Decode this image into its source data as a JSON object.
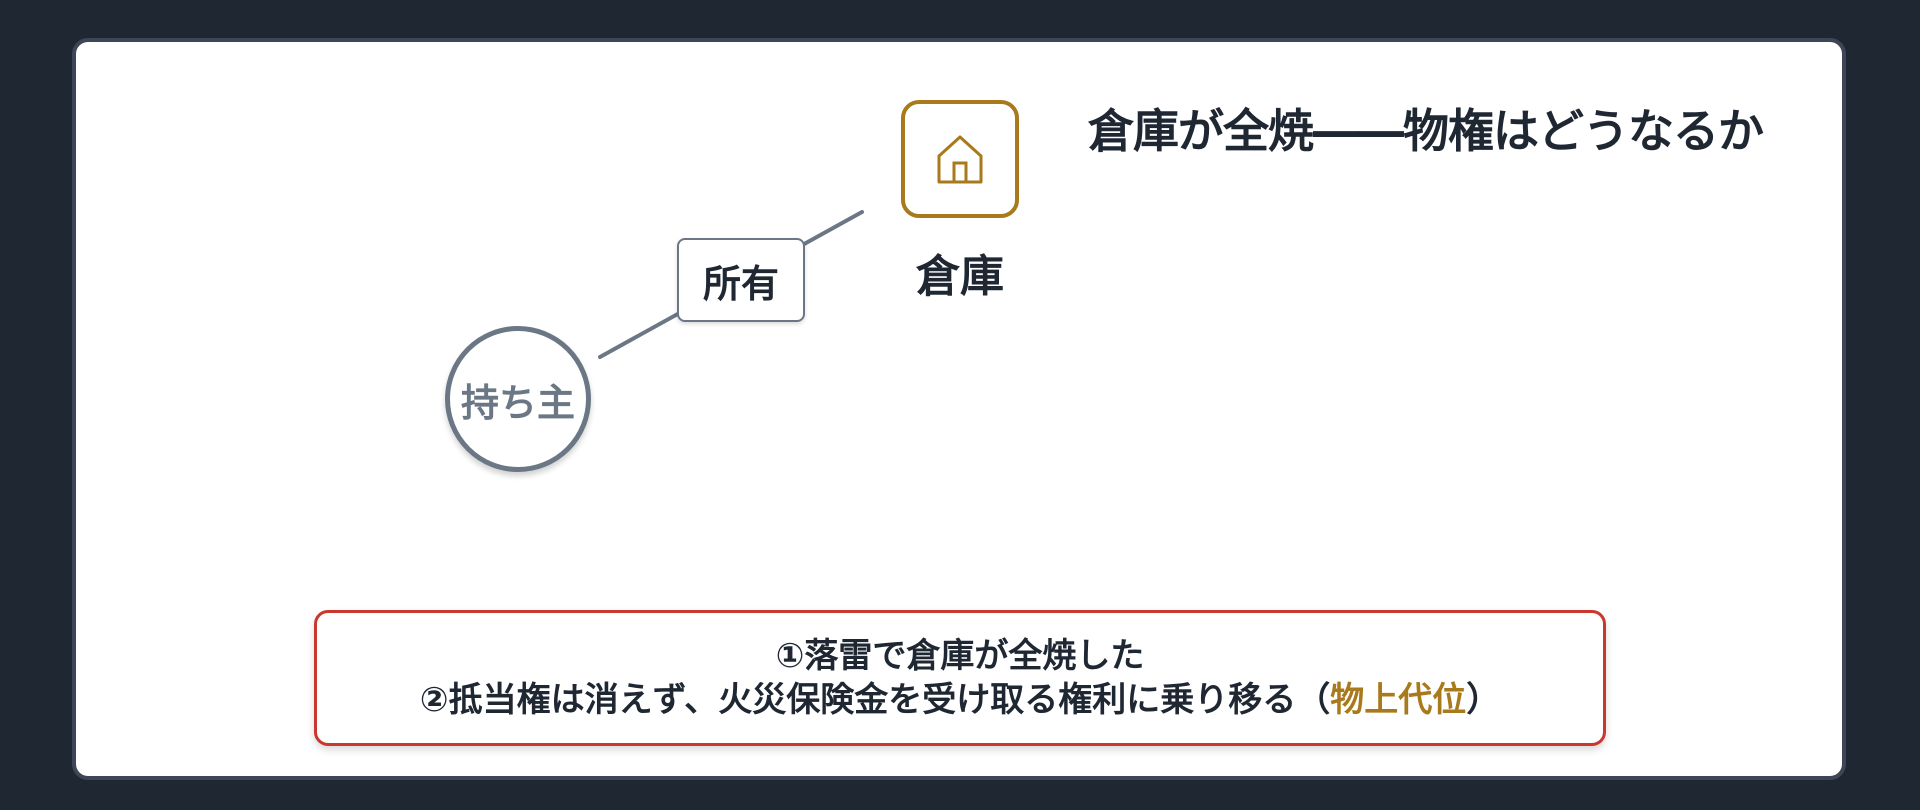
{
  "title": "倉庫が全焼――物権はどうなるか",
  "nodes": {
    "warehouse": {
      "label": "倉庫",
      "icon": "house-icon",
      "color": "#a87a1c"
    },
    "owner": {
      "label": "持ち主",
      "color": "#6b7785"
    }
  },
  "edge": {
    "label": "所有"
  },
  "note": {
    "line1": "①落雷で倉庫が全焼した",
    "line2_prefix": "②抵当権は消えず、火災保険金を受け取る権利に乗り移る（",
    "line2_highlight": "物上代位",
    "line2_suffix": "）",
    "border_color": "#c8382e",
    "highlight_color": "#a87a1c"
  }
}
